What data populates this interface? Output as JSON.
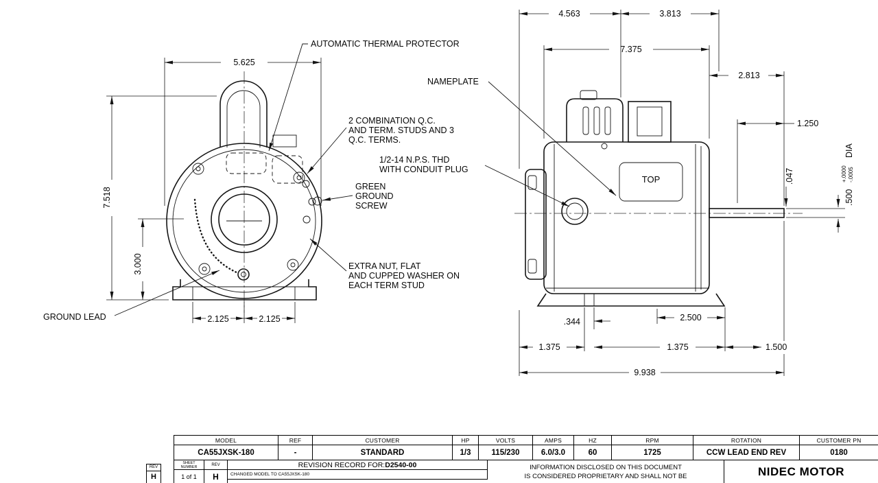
{
  "front_view": {
    "callouts": {
      "thermal_protector": "AUTOMATIC THERMAL PROTECTOR",
      "qc_line1": "2 COMBINATION Q.C.",
      "qc_line2": "AND TERM. STUDS AND 3",
      "qc_line3": "Q.C. TERMS.",
      "nps_line1": "1/2-14 N.P.S. THD",
      "nps_line2": "WITH CONDUIT PLUG",
      "green_line1": "GREEN",
      "green_line2": "GROUND",
      "green_line3": "SCREW",
      "extra_line1": "EXTRA NUT, FLAT",
      "extra_line2": "AND CUPPED WASHER ON",
      "extra_line3": "EACH TERM STUD",
      "ground_lead": "GROUND LEAD",
      "nameplate": "NAMEPLATE"
    },
    "dims": {
      "width": "5.625",
      "overall_height": "7.518",
      "shaft_center_height": "3.000",
      "foot_spacing_left": "2.125",
      "foot_spacing_right": "2.125"
    }
  },
  "side_view": {
    "nameplate_text": "TOP",
    "dims": {
      "top_left": "4.563",
      "top_right": "3.813",
      "body_length": "7.375",
      "rear_overhang": "2.813",
      "shaft_length": "1.250",
      "shaft_step": ".047",
      "shaft_dia": ".500",
      "dia_tol_plus": "+.0000",
      "dia_tol_minus": "-.0005",
      "dia_label": "DIA",
      "foot_slot": ".344",
      "foot_span": "2.500",
      "foot_offset_left": "1.375",
      "foot_offset_right": "1.375",
      "shaft_ext": "1.500",
      "overall_length": "9.938"
    }
  },
  "title_block": {
    "columns": [
      {
        "header": "MODEL",
        "value": "CA55JXSK-180"
      },
      {
        "header": "REF",
        "value": "-"
      },
      {
        "header": "CUSTOMER",
        "value": "STANDARD"
      },
      {
        "header": "HP",
        "value": "1/3"
      },
      {
        "header": "VOLTS",
        "value": "115/230"
      },
      {
        "header": "AMPS",
        "value": "6.0/3.0"
      },
      {
        "header": "HZ",
        "value": "60"
      },
      {
        "header": "RPM",
        "value": "1725"
      },
      {
        "header": "ROTATION",
        "value": "CCW LEAD END REV"
      },
      {
        "header": "CUSTOMER PN",
        "value": "0180"
      }
    ],
    "sheet_label_line1": "SHEET",
    "sheet_label_line2": "NUMBER",
    "rev_label": "REV",
    "revision_record_label": "REVISION RECORD FOR:",
    "revision_record_doc": "D2540-00",
    "sheet_value": "1 of 1",
    "rev_value": "H",
    "change_note": "CHANGED MODEL TO CA55JXSK-180",
    "proprietary_line1": "INFORMATION DISCLOSED ON THIS DOCUMENT",
    "proprietary_line2": "IS CONSIDERED PROPRIETARY AND SHALL NOT BE",
    "company": "NIDEC MOTOR",
    "rev_marker_label": "REV",
    "rev_marker_value": "H"
  }
}
